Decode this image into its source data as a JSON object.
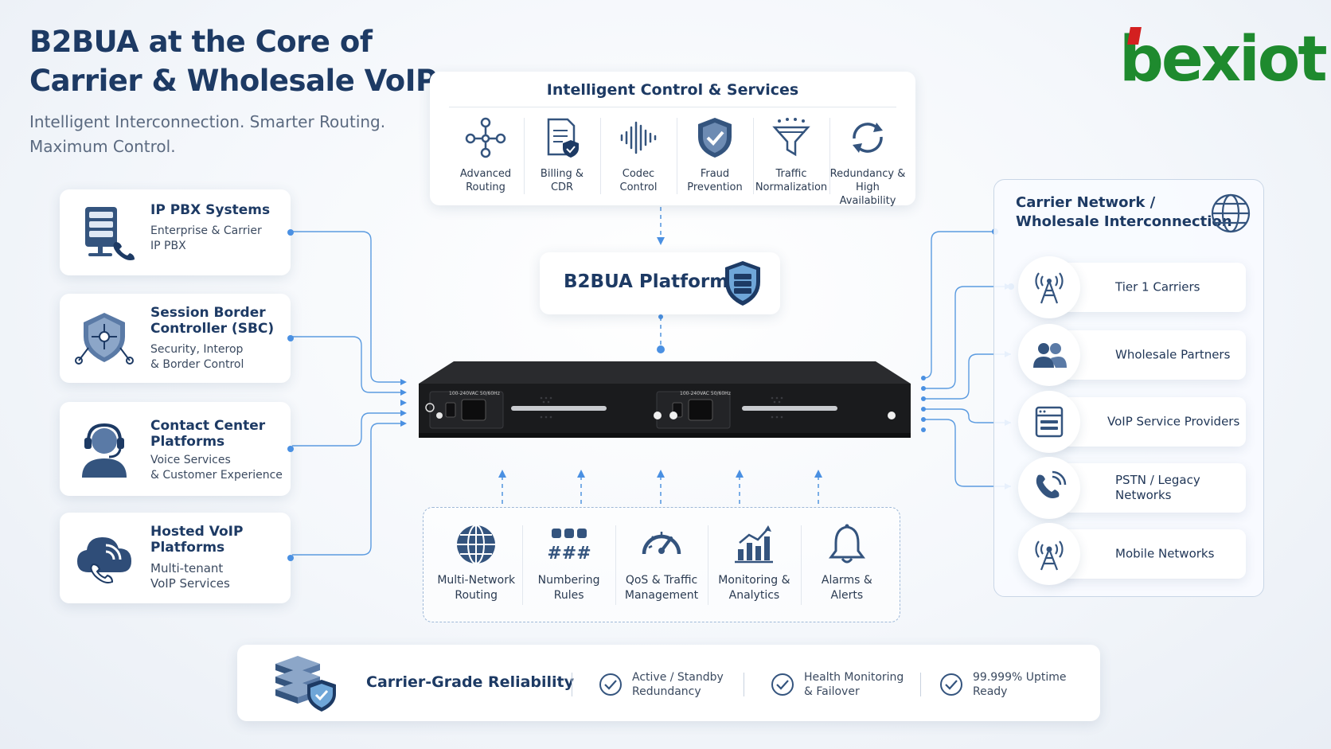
{
  "header": {
    "title_line1": "B2BUA at the Core of",
    "title_line2": "Carrier & Wholesale VoIP",
    "subtitle": "Intelligent Interconnection. Smarter Routing. Maximum Control."
  },
  "logo": {
    "text": "bexiot",
    "brand_color": "#1e8a2e",
    "accent_color": "#d32020"
  },
  "left_sources": [
    {
      "title": "IP PBX Systems",
      "desc_line1": "Enterprise & Carrier",
      "desc_line2": "IP PBX",
      "icon": "server-phone-icon"
    },
    {
      "title": "Session Border Controller (SBC)",
      "desc_line1": "Security, Interop",
      "desc_line2": "& Border Control",
      "icon": "shield-network-icon"
    },
    {
      "title": "Contact Center Platforms",
      "desc_line1": "Voice Services",
      "desc_line2": "& Customer Experience",
      "icon": "headset-agent-icon"
    },
    {
      "title": "Hosted VoIP Platforms",
      "desc_line1": "Multi-tenant",
      "desc_line2": "VoIP Services",
      "icon": "cloud-phone-icon"
    }
  ],
  "services": {
    "title": "Intelligent Control & Services",
    "items": [
      {
        "line1": "Advanced",
        "line2": "Routing",
        "icon": "routing-nodes-icon"
      },
      {
        "line1": "Billing &",
        "line2": "CDR",
        "icon": "document-shield-icon"
      },
      {
        "line1": "Codec",
        "line2": "Control",
        "icon": "waveform-icon"
      },
      {
        "line1": "Fraud",
        "line2": "Prevention",
        "icon": "shield-check-icon"
      },
      {
        "line1": "Traffic",
        "line2": "Normalization",
        "icon": "funnel-icon"
      },
      {
        "line1": "Redundancy &",
        "line2": "High Availability",
        "icon": "refresh-cycle-icon"
      }
    ]
  },
  "platform": {
    "title": "B2BUA Platform",
    "icon": "shield-server-icon"
  },
  "device": {
    "psu_label_1": "100-240VAC 50/60Hz",
    "psu_label_2": "100-240VAC 50/60Hz"
  },
  "carrier_network": {
    "title_line1": "Carrier Network /",
    "title_line2": "Wholesale Interconnection",
    "icon": "globe-icon",
    "items": [
      {
        "line1": "Tier 1 Carriers",
        "line2": "",
        "icon": "antenna-tower-icon"
      },
      {
        "line1": "Wholesale Partners",
        "line2": "",
        "icon": "users-icon"
      },
      {
        "line1": "VoIP Service Providers",
        "line2": "",
        "icon": "server-rack-icon"
      },
      {
        "line1": "PSTN / Legacy",
        "line2": "Networks",
        "icon": "phone-ringing-icon"
      },
      {
        "line1": "Mobile Networks",
        "line2": "",
        "icon": "cell-tower-icon"
      }
    ]
  },
  "features": [
    {
      "line1": "Multi-Network",
      "line2": "Routing",
      "icon": "globe-grid-icon"
    },
    {
      "line1": "Numbering",
      "line2": "Rules",
      "icon": "hash-keys-icon"
    },
    {
      "line1": "QoS & Traffic",
      "line2": "Management",
      "icon": "gauge-icon"
    },
    {
      "line1": "Monitoring &",
      "line2": "Analytics",
      "icon": "bar-chart-icon"
    },
    {
      "line1": "Alarms &",
      "line2": "Alerts",
      "icon": "bell-icon"
    }
  ],
  "reliability": {
    "title": "Carrier-Grade Reliability",
    "icon": "servers-shield-icon",
    "items": [
      {
        "line1": "Active / Standby",
        "line2": "Redundancy"
      },
      {
        "line1": "Health Monitoring",
        "line2": "& Failover"
      },
      {
        "line1": "99.999% Uptime",
        "line2": "Ready"
      }
    ]
  },
  "colors": {
    "navy": "#1d3a64",
    "connector": "#4a90e2",
    "device": "#1c1c1e"
  }
}
